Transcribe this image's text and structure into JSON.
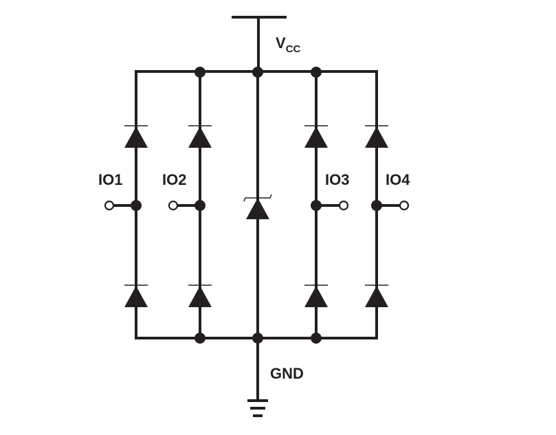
{
  "diagram": {
    "supply_label": "V",
    "supply_subscript": "CC",
    "ground_label": "GND",
    "io_labels": [
      "IO1",
      "IO2",
      "IO3",
      "IO4"
    ],
    "colors": {
      "ink": "#231f20",
      "background": "#ffffff"
    }
  }
}
